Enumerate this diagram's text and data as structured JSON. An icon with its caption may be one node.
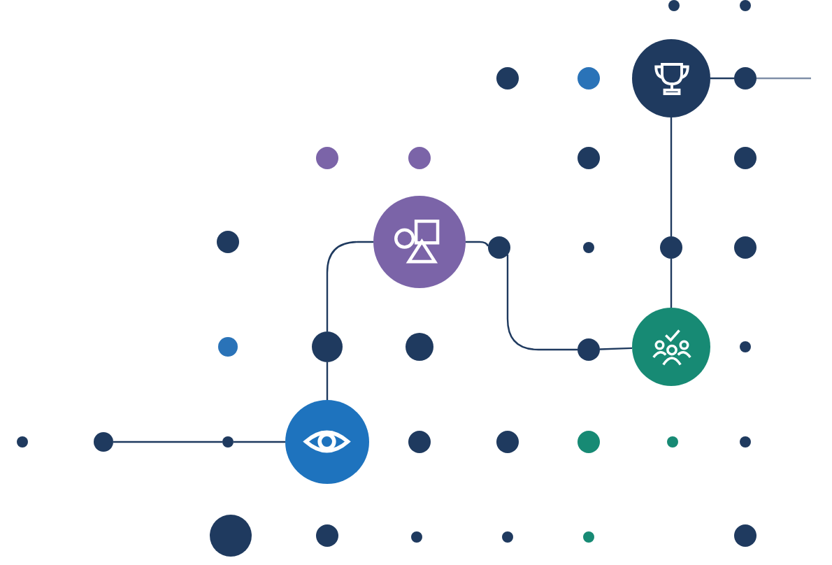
{
  "diagram": {
    "nodes": [
      {
        "text": [],
        "shape": "circle"
      },
      {
        "text": [],
        "shape": "circle"
      },
      {
        "text": [],
        "shape": "picture"
      },
      {
        "text": [],
        "shape": "circle"
      },
      {
        "text": [],
        "shape": "picture"
      },
      {
        "text": [],
        "shape": "circle"
      },
      {
        "text": [],
        "shape": "circle"
      },
      {
        "text": [],
        "shape": "picture"
      },
      {
        "text": [],
        "shape": "circle"
      },
      {
        "text": [],
        "shape": "picture"
      },
      {
        "text": [],
        "shape": "circle"
      }
    ],
    "edges": [
      {
        "from": 0,
        "to": 1,
        "arrow": "none"
      },
      {
        "from": 1,
        "to": 2,
        "arrow": "none"
      },
      {
        "from": 2,
        "to": 3,
        "arrow": "none"
      },
      {
        "from": 3,
        "to": 4,
        "arrow": "none"
      },
      {
        "from": 4,
        "to": 5,
        "arrow": "none"
      },
      {
        "from": 5,
        "to": 6,
        "arrow": "none"
      },
      {
        "from": 6,
        "to": 7,
        "arrow": "none"
      },
      {
        "from": 7,
        "to": 8,
        "arrow": "none"
      },
      {
        "from": 8,
        "to": 9,
        "arrow": "none"
      },
      {
        "from": 9,
        "to": 10,
        "arrow": "none"
      },
      {
        "from": 10,
        "to": null,
        "arrow": "none",
        "color": "#7f8fa8"
      }
    ]
  }
}
